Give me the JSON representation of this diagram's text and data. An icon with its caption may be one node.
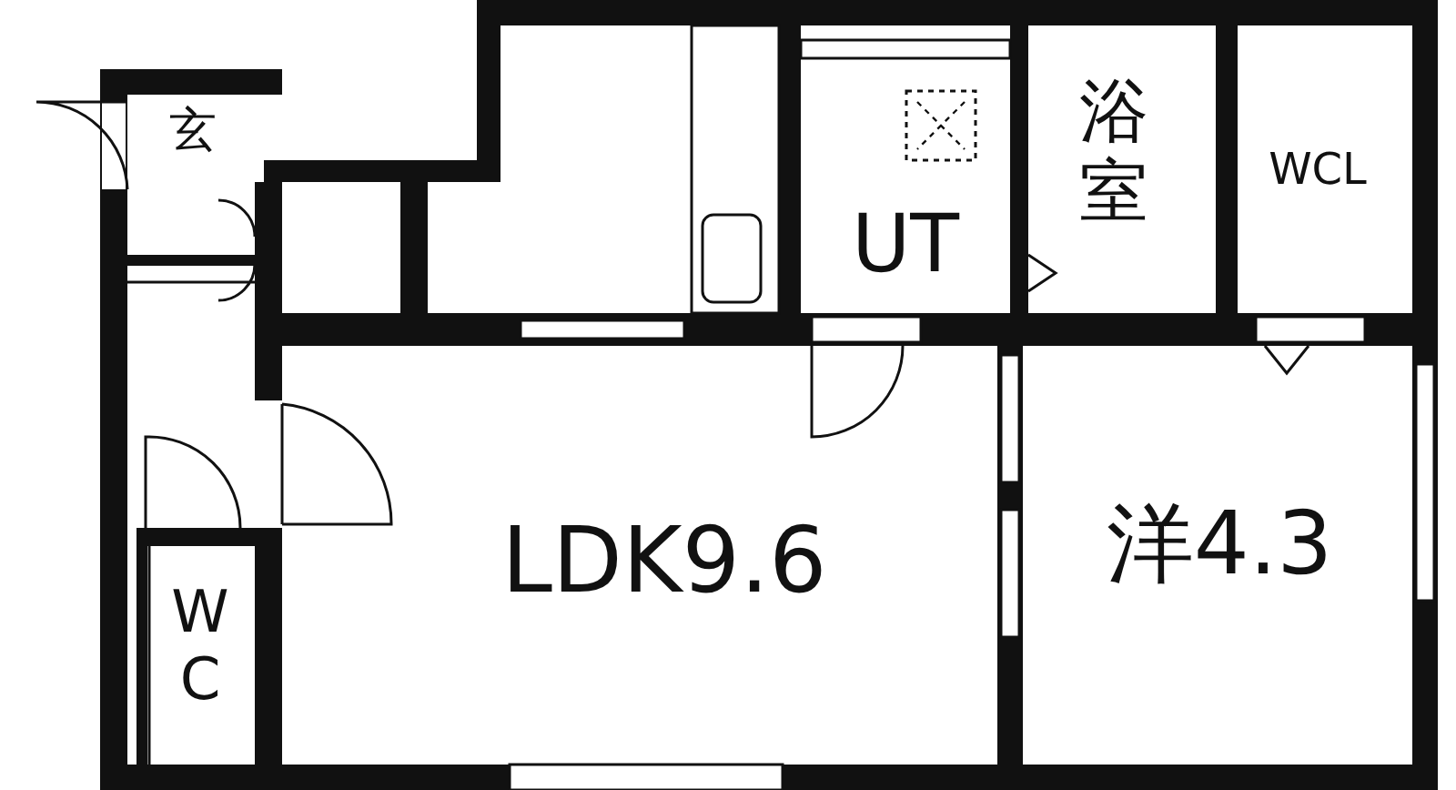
{
  "diagram": {
    "nodes": [
      {
        "text": [
          "玄"
        ]
      },
      {
        "text": [
          "浴室"
        ]
      },
      {
        "text": [
          "WCL"
        ]
      },
      {
        "text": [
          "UT"
        ]
      },
      {
        "text": [
          "LDK9.6"
        ]
      },
      {
        "text": [
          "洋4.3"
        ]
      },
      {
        "text": [
          "W C"
        ]
      }
    ]
  }
}
